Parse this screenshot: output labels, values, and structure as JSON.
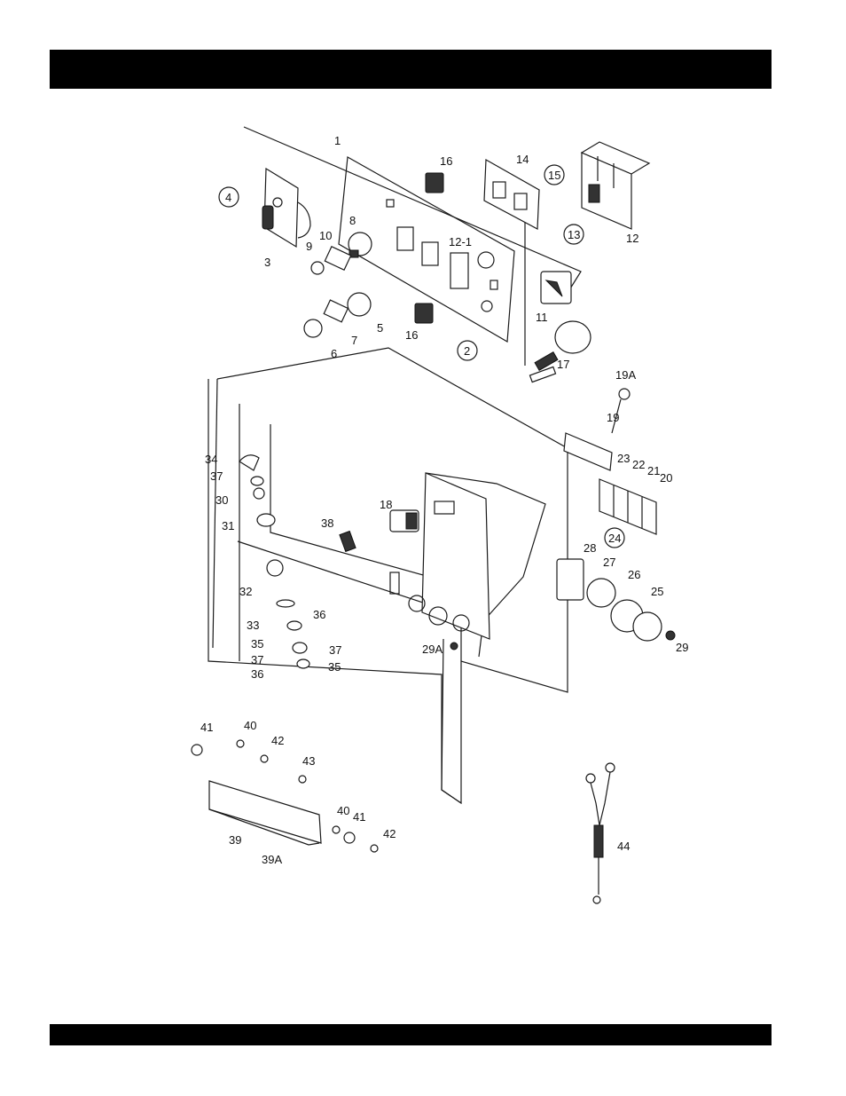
{
  "callouts": {
    "c1": "1",
    "c2": "2",
    "c3": "3",
    "c4": "4",
    "c5": "5",
    "c6": "6",
    "c7": "7",
    "c8": "8",
    "c9": "9",
    "c10": "10",
    "c11": "11",
    "c12": "12",
    "c12_1": "12-1",
    "c13": "13",
    "c14": "14",
    "c15": "15",
    "c16a": "16",
    "c16b": "16",
    "c17": "17",
    "c18": "18",
    "c19": "19",
    "c19a": "19A",
    "c20": "20",
    "c21": "21",
    "c22": "22",
    "c23": "23",
    "c24": "24",
    "c25": "25",
    "c26": "26",
    "c27": "27",
    "c28": "28",
    "c29": "29",
    "c29a": "29A",
    "c30": "30",
    "c31": "31",
    "c32": "32",
    "c33": "33",
    "c34": "34",
    "c35a": "35",
    "c35b": "35",
    "c36a": "36",
    "c36b": "36",
    "c37a": "37",
    "c37b": "37",
    "c37c": "37",
    "c38": "38",
    "c39": "39",
    "c39a": "39A",
    "c40a": "40",
    "c40b": "40",
    "c41a": "41",
    "c41b": "41",
    "c42a": "42",
    "c42b": "42",
    "c43": "43",
    "c44": "44"
  }
}
